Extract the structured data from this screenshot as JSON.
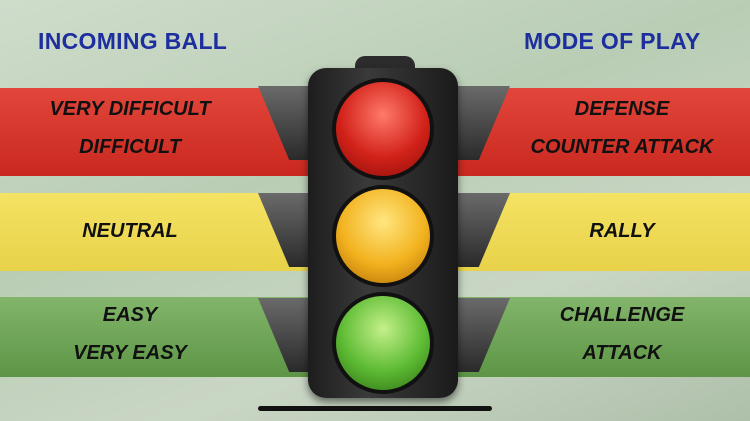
{
  "headings": {
    "left": "INCOMING BALL",
    "right": "MODE OF PLAY"
  },
  "bands": {
    "red": {
      "left": [
        "VERY DIFFICULT",
        "DIFFICULT"
      ],
      "right": [
        "DEFENSE",
        "COUNTER ATTACK"
      ],
      "color": "#d3332a"
    },
    "yellow": {
      "left": [
        "NEUTRAL"
      ],
      "right": [
        "RALLY"
      ],
      "color": "#efdb55"
    },
    "green": {
      "left": [
        "EASY",
        "VERY EASY"
      ],
      "right": [
        "CHALLENGE",
        "ATTACK"
      ],
      "color": "#6fa557"
    }
  }
}
